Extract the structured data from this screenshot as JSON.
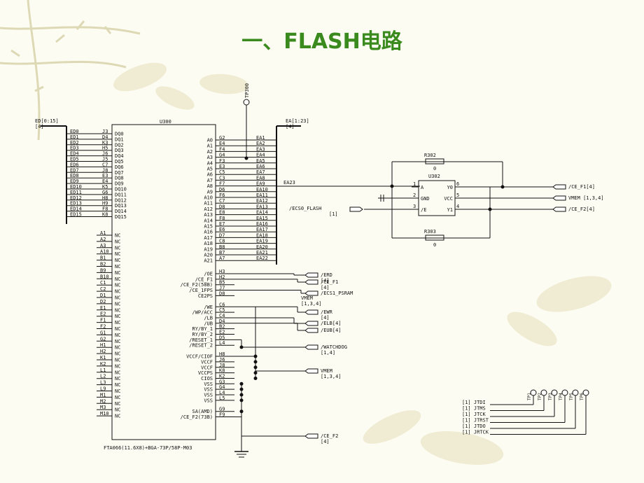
{
  "title": "一、FLASH电路",
  "u300": {
    "ref": "U300",
    "part": "FTA066(11.6X8)+BGA-73P/58P-M03",
    "dq_pins": [
      "J3",
      "D4",
      "K3",
      "H5",
      "J6",
      "J5",
      "C7",
      "J8",
      "E3",
      "E4",
      "K5",
      "G6",
      "H8",
      "H9",
      "F8",
      "K8"
    ],
    "dq_labels": [
      "DQ0",
      "DQ1",
      "DQ2",
      "DQ3",
      "DQ4",
      "DQ5",
      "DQ6",
      "DQ7",
      "DQ8",
      "DQ9",
      "DQ10",
      "DQ11",
      "DQ12",
      "DQ13",
      "DQ14",
      "DQ15"
    ],
    "ed_nets": [
      "ED0",
      "ED1",
      "ED2",
      "ED3",
      "ED4",
      "ED5",
      "ED6",
      "ED7",
      "ED8",
      "ED9",
      "ED10",
      "ED11",
      "ED12",
      "ED13",
      "ED14",
      "ED15"
    ],
    "nc_pins": [
      "A1",
      "A2",
      "A3",
      "A10",
      "B1",
      "B2",
      "B9",
      "B10",
      "C1",
      "C2",
      "D1",
      "D2",
      "E1",
      "E2",
      "F1",
      "F2",
      "G1",
      "G2",
      "H1",
      "H2",
      "K1",
      "K2",
      "L1",
      "L2",
      "L3",
      "L9",
      "M1",
      "M2",
      "M3",
      "M10"
    ],
    "nc_label": "NC",
    "addr_labels": [
      "A0",
      "A1",
      "A2",
      "A3",
      "A4",
      "A5",
      "A6",
      "A7",
      "A8",
      "A9",
      "A10",
      "A11",
      "A12",
      "A13",
      "A14",
      "A15",
      "A16",
      "A17",
      "A18",
      "A19",
      "A20",
      "A21"
    ],
    "addr_pins": [
      "G2",
      "E4",
      "F4",
      "G4",
      "F3",
      "E3",
      "C5",
      "C3",
      "F7",
      "D6",
      "F6",
      "C7",
      "D8",
      "E8",
      "F8",
      "E7",
      "E6",
      "D7",
      "C8",
      "B8",
      "B7",
      "A7"
    ],
    "ea_nets": [
      "EA1",
      "EA2",
      "EA3",
      "EA4",
      "EA5",
      "EA6",
      "EA7",
      "EA8",
      "EA9",
      "EA10",
      "EA11",
      "EA12",
      "EA13",
      "EA14",
      "EA15",
      "EA16",
      "EA17",
      "EA18",
      "EA19",
      "EA20",
      "EA21",
      "EA22"
    ],
    "ctrl_labels": [
      "/OE",
      "/CE_F1",
      "/CE_F2(58B)",
      "/CE_1FPS",
      "CE2PS",
      "/WE",
      "/WP/ACC",
      "/LB",
      "/UB",
      "RY/BY_1",
      "RY/BY_2",
      "/RESET_1",
      "/RESET_2",
      "VCCF/CIOF",
      "VCCF",
      "VCCF",
      "VCCPS",
      "CIOS",
      "VSS",
      "VSS",
      "VSS",
      "VSS",
      "SA(AMD)",
      "/CE_F2(73B)"
    ],
    "ctrl_pins": [
      "H3",
      "H2",
      "B5",
      "J7",
      "D8",
      "C6",
      "C5",
      "C4",
      "D4",
      "B2",
      "E2",
      "D5",
      "L4",
      "H8",
      "J6",
      "J8",
      "K8",
      "K2",
      "G3",
      "G4",
      "L4",
      "L5",
      "G9",
      "F9"
    ]
  },
  "buses": {
    "ed": "ED[0:15]",
    "ed_ref": "[4]",
    "ea": "EA[1:23]",
    "ea_ref": "[4]",
    "ea23": "EA23"
  },
  "nets": {
    "erd": "/ERD",
    "erd_ref": "[4]",
    "ce_f1": "/CE_F1",
    "ce_f1_ref": "[4]",
    "ecs1": "/ECS1_PSRAM",
    "vmem1": "VMEM",
    "vmem1_ref": "[1,3,4]",
    "ewr": "/EWR",
    "ewr_ref": "[4]",
    "elb": "/ELB[4]",
    "eub": "/EUB[4]",
    "wd": "/WATCHDOG",
    "wd_ref": "[1,4]",
    "vmem2": "VMEM",
    "vmem2_ref": "[1,3,4]",
    "ce_f2": "/CE_F2",
    "ce_f2_ref": "[4]",
    "ecs0": "/ECS0_FLASH",
    "ecs0_ref": "[1]"
  },
  "tp300": "TP300",
  "u302": {
    "ref": "U302",
    "pins_left": [
      "1",
      "2",
      "3"
    ],
    "labels_left": [
      "A",
      "GND",
      "/E"
    ],
    "labels_right": [
      "Y0",
      "VCC",
      "Y1"
    ],
    "pins_right": [
      "6",
      "5",
      "4"
    ],
    "r302": "R302",
    "r302_val": "0",
    "r303": "R303",
    "r303_val": "0",
    "out1": "/CE_F1[4]",
    "out2": "VMEM [1,3,4]",
    "out3": "/CE_F2[4]"
  },
  "jtag": {
    "refs": [
      "TP1",
      "TP2",
      "TP3",
      "TP4",
      "TP5",
      "TP6"
    ],
    "nets": [
      "[1] JTDI",
      "[1] JTMS",
      "[1] JTCK",
      "[1] JTRST",
      "[1] JTDO",
      "[1] JRTCK"
    ]
  }
}
